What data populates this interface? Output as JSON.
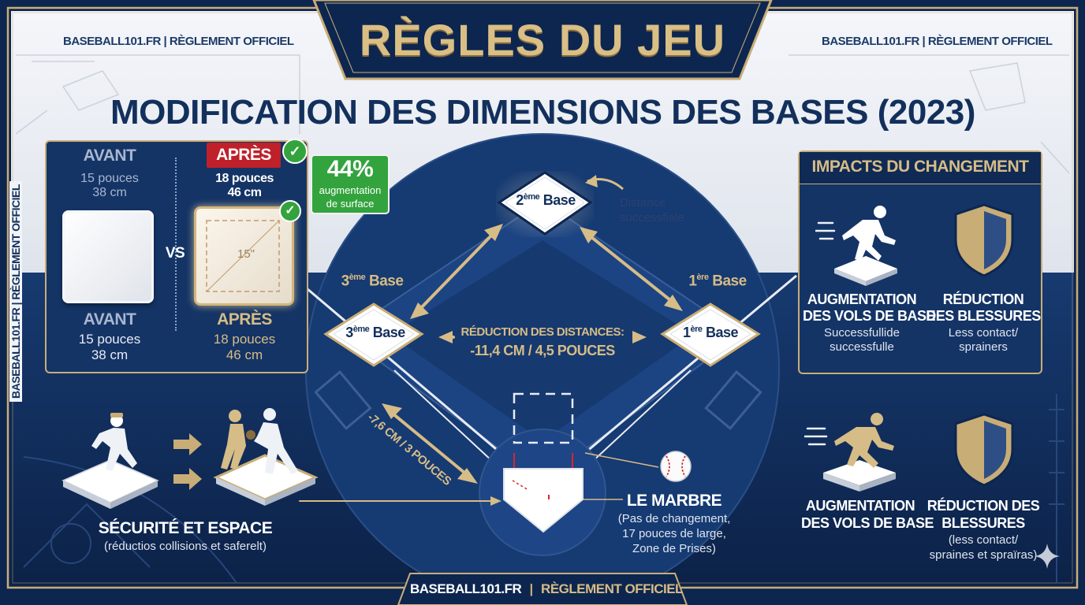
{
  "header": {
    "banner_title": "RÈGLES DU JEU",
    "source_left": "BASEBALL101.FR | RÈGLEMENT OFFICIEL",
    "source_right": "BASEBALL101.FR | RÈGLEMENT OFFICIEL",
    "main_title": "MODIFICATION DES DIMENSIONS DES BASES (2023)"
  },
  "side_label": "BASEBALL101.FR | RÈGLEMENT OFFICIEL",
  "footer": {
    "site": "BASEBALL101.FR",
    "separator": "|",
    "rule": "RÈGLEMENT OFFICIEL"
  },
  "comparison": {
    "before_label_top": "AVANT",
    "before_inches_top": "15 pouces",
    "before_cm_top": "38 cm",
    "after_badge": "APRÈS",
    "after_inches_top": "18 pouces",
    "after_cm_top": "46 cm",
    "vs": "VS",
    "inner_measure": "15\"",
    "before_label_bottom": "AVANT",
    "before_inches_bottom": "15 pouces",
    "before_cm_bottom": "38 cm",
    "after_label_bottom": "APRÈS",
    "after_inches_bottom": "18 pouces",
    "after_cm_bottom": "46 cm",
    "surface_percent": "44%",
    "surface_line1": "augmentation",
    "surface_line2": "de surface",
    "check_mark": "✓"
  },
  "diamond": {
    "second_base": {
      "ordinal": "2",
      "suffix": "ème",
      "word": "Base"
    },
    "third_base": {
      "ordinal": "3",
      "suffix": "ème",
      "word": "Base"
    },
    "first_base": {
      "ordinal": "1",
      "suffix": "ère",
      "word": "Base"
    },
    "third_label": {
      "ordinal": "3",
      "suffix": "ème",
      "word": "Base"
    },
    "first_label": {
      "ordinal": "1",
      "suffix": "ère",
      "word": "Base"
    },
    "distance_note_line1": "Distance",
    "distance_note_line2": "successfiale",
    "reduction_line1": "RÉDUCTION DES DISTANCES:",
    "reduction_line2": "-11,4 CM / 4,5 POUCES",
    "diagonal_label": "-7,6 CM / 3 POUCES",
    "home_title": "LE MARBRE",
    "home_line1": "(Pas de changement,",
    "home_line2": "17 pouces de large,",
    "home_line3": "Zone de Prises)"
  },
  "safety": {
    "title": "SÉCURITÉ ET ESPACE",
    "subtitle": "(réductios collisions et saferelt)"
  },
  "impacts": {
    "title": "IMPACTS DU CHANGEMENT",
    "row1": {
      "left_title_1": "AUGMENTATION",
      "left_title_2": "DES VOLS DE BASE",
      "left_desc_1": "Successfullide",
      "left_desc_2": "successfulle",
      "right_title_1": "RÉDUCTION",
      "right_title_2": "DES BLESSURES",
      "right_desc_1": "Less contact/",
      "right_desc_2": "sprainers"
    },
    "row2": {
      "left_title_1": "AUGMENTATION",
      "left_title_2": "DES VOLS DE BASE",
      "right_title_1": "RÉDUCTION DES",
      "right_title_2": "BLESSURES",
      "right_desc_1": "(less contact/",
      "right_desc_2": "spraines et spraïras)"
    }
  },
  "colors": {
    "navy": "#0d2650",
    "navy_panel": "#12305f",
    "gold": "#c9ad76",
    "red_badge": "#c0202a",
    "green": "#33a33d",
    "white": "#ffffff"
  },
  "icons": [
    "runner-icon",
    "shield-icon",
    "baseball-icon",
    "check-icon",
    "arrow-icon",
    "sparkle-icon"
  ]
}
